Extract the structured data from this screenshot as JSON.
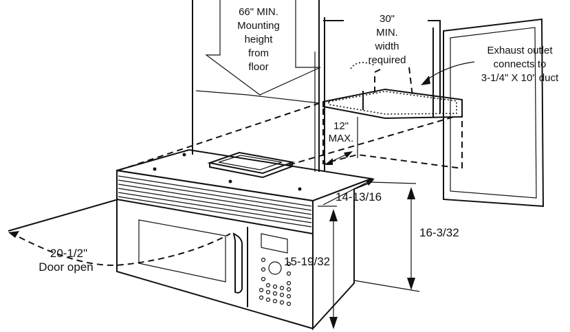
{
  "labels": {
    "mounting_height": [
      "66\" MIN.",
      "Mounting",
      "height",
      "from",
      "floor"
    ],
    "min_width": [
      "30\"",
      "MIN.",
      "width",
      "required"
    ],
    "exhaust": [
      "Exhaust outlet",
      "connects to",
      "3-1/4\" X 10\" duct"
    ],
    "depth_max": [
      "12\"",
      "MAX."
    ],
    "dim_top_depth": "14-13/16",
    "dim_total_height": "16-3/32",
    "dim_front_height": "15-19/32",
    "door_open_width": "20-1/2\"",
    "door_open_label": "Door open"
  }
}
